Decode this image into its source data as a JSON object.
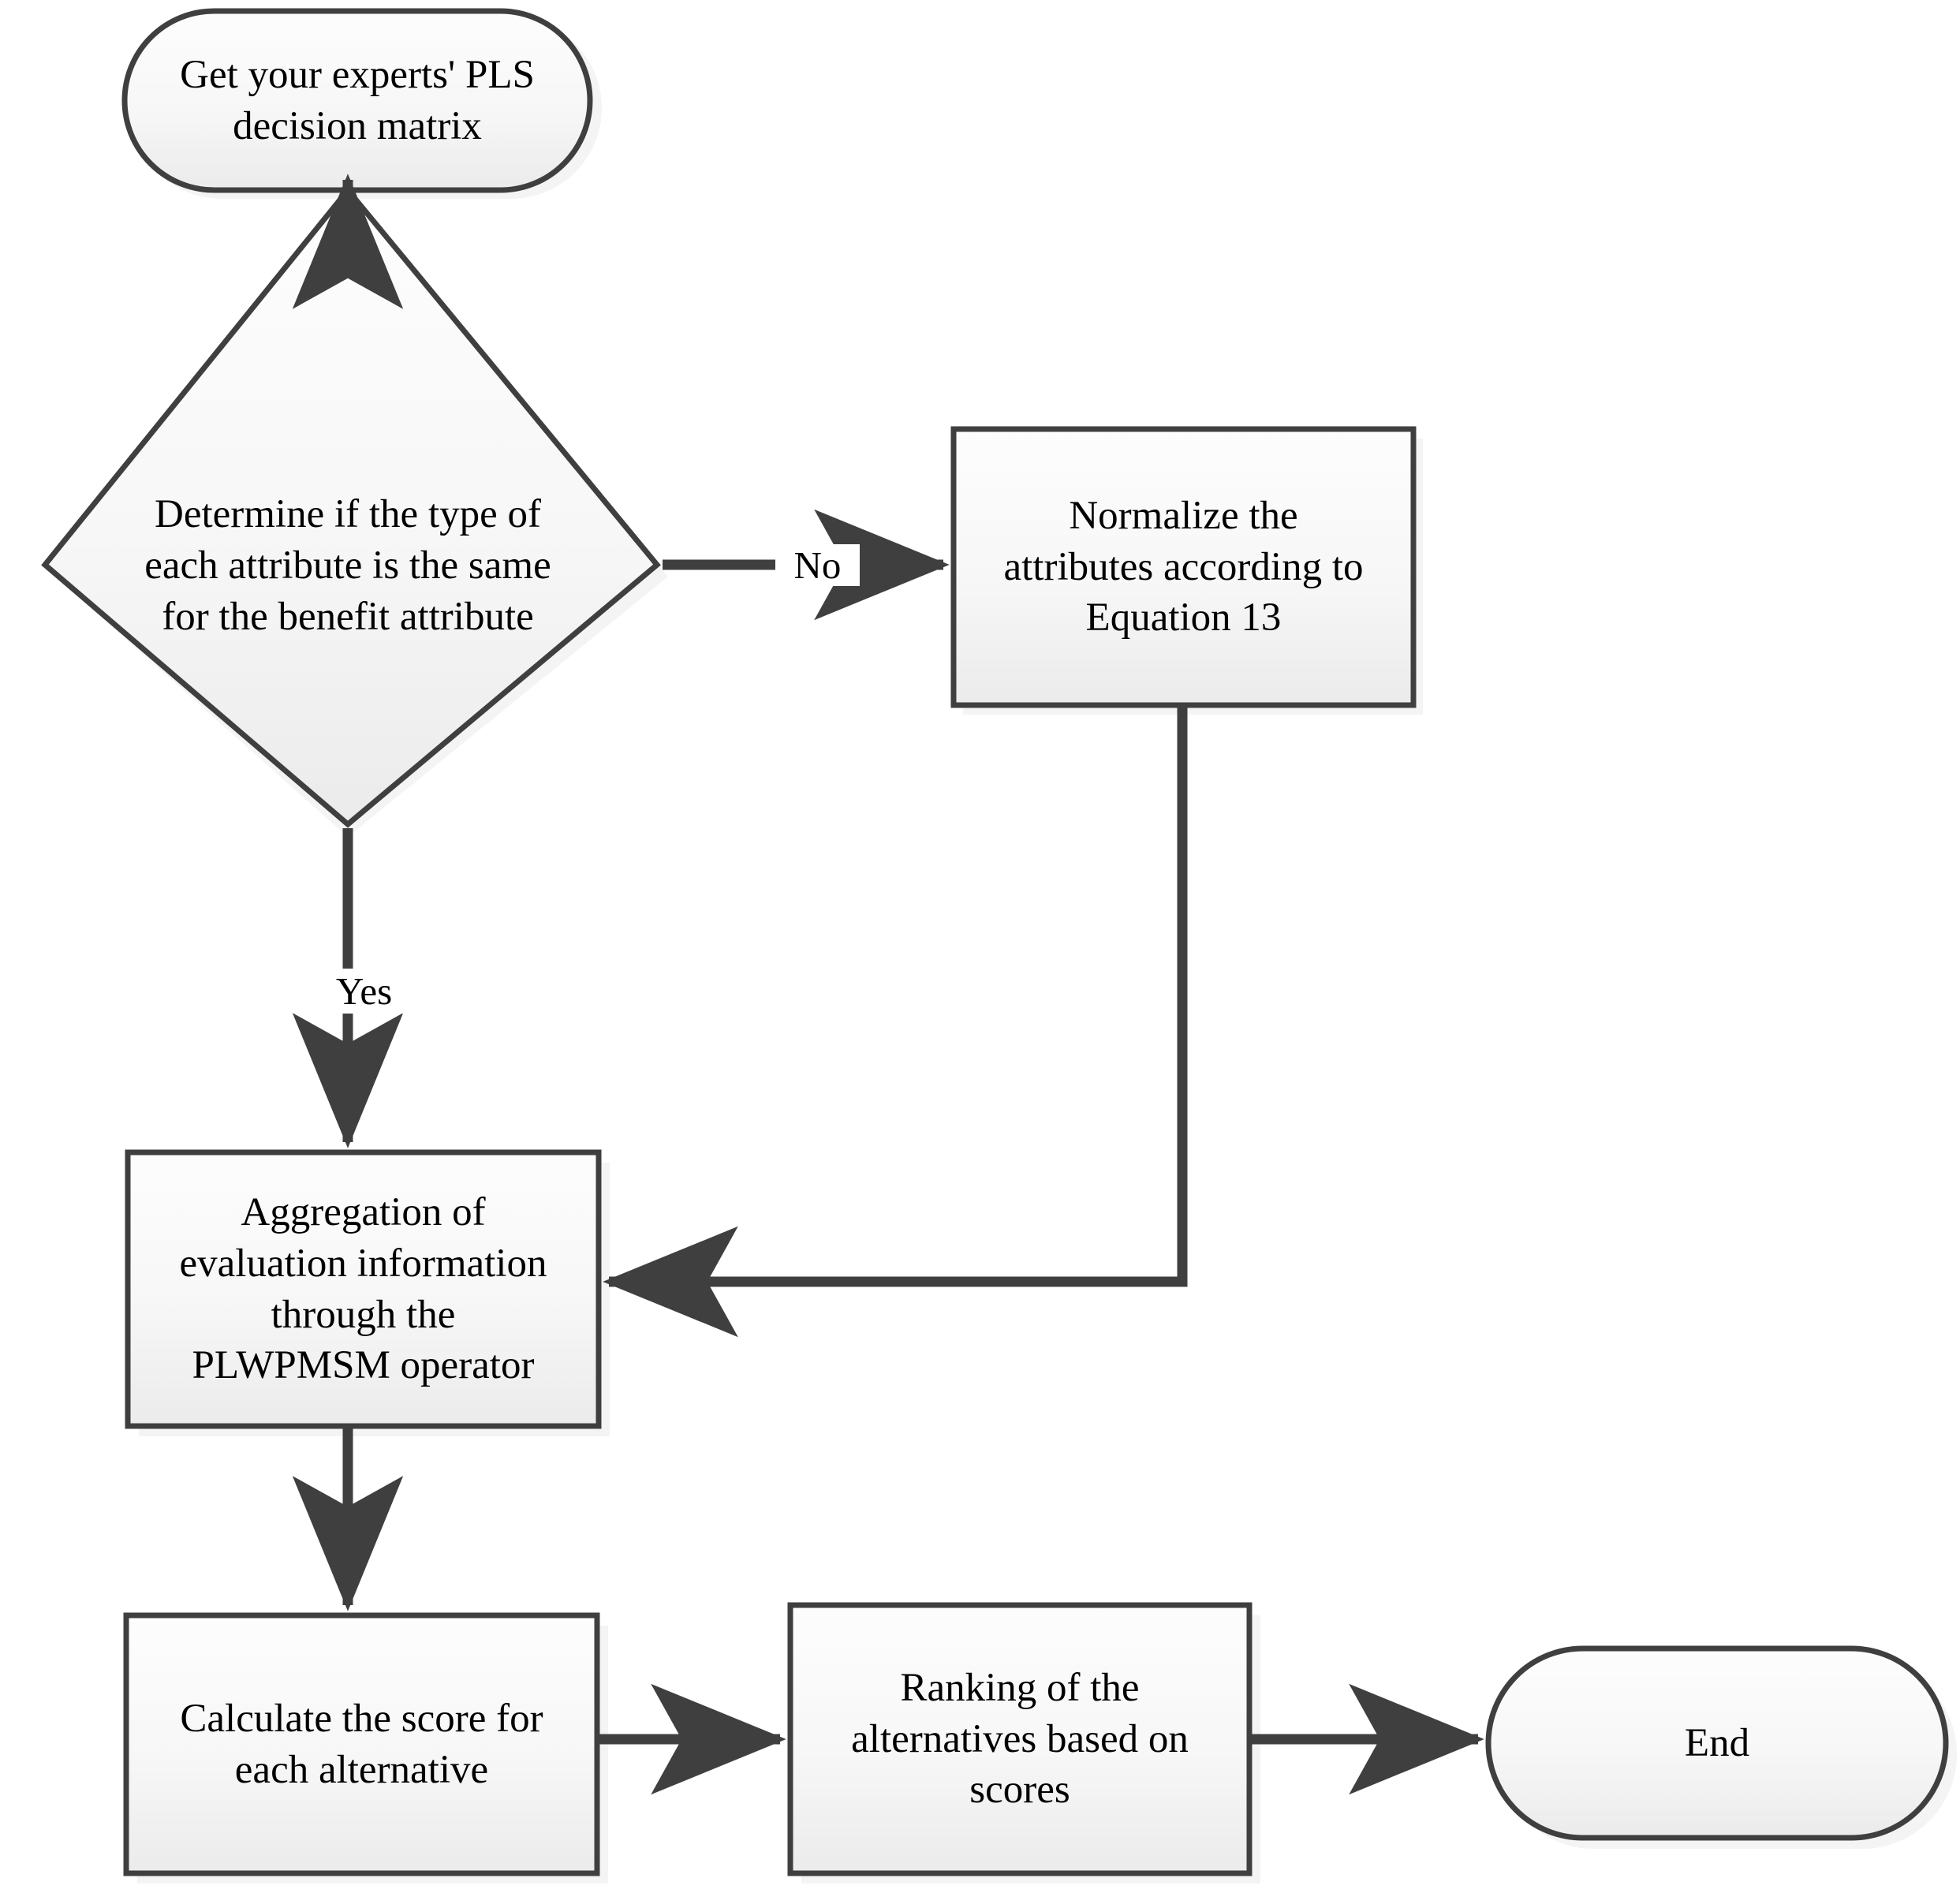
{
  "diagram": {
    "title": "PLS MADM decision flowchart",
    "colors": {
      "stroke": "#3f3f3f",
      "fill_top": "#fdfdfd",
      "fill_bottom": "#ededed",
      "text": "#000000",
      "background": "#ffffff",
      "shadow": "#d9d9d9"
    },
    "nodes": [
      {
        "id": "start",
        "shape": "stadium",
        "label": "Get your experts' PLS\ndecision matrix"
      },
      {
        "id": "decision",
        "shape": "diamond",
        "label": "Determine if the type of\neach attribute is the same\nfor the benefit attribute"
      },
      {
        "id": "normalize",
        "shape": "rectangle",
        "label": "Normalize the\nattributes according to\nEquation 13"
      },
      {
        "id": "aggregate",
        "shape": "rectangle",
        "label": "Aggregation of\nevaluation information\nthrough the\nPLWPMSM operator"
      },
      {
        "id": "calculate",
        "shape": "rectangle",
        "label": "Calculate the score for\neach alternative"
      },
      {
        "id": "ranking",
        "shape": "rectangle",
        "label": "Ranking of the\nalternatives based on\nscores"
      },
      {
        "id": "end",
        "shape": "stadium",
        "label": "End"
      }
    ],
    "edges": [
      {
        "id": "start-to-decision",
        "from": "start",
        "to": "decision",
        "label": ""
      },
      {
        "id": "decision-no-normalize",
        "from": "decision",
        "to": "normalize",
        "label": "No"
      },
      {
        "id": "decision-yes-aggregate",
        "from": "decision",
        "to": "aggregate",
        "label": "Yes"
      },
      {
        "id": "normalize-to-aggregate",
        "from": "normalize",
        "to": "aggregate",
        "label": ""
      },
      {
        "id": "aggregate-to-calculate",
        "from": "aggregate",
        "to": "calculate",
        "label": ""
      },
      {
        "id": "calculate-to-ranking",
        "from": "calculate",
        "to": "ranking",
        "label": ""
      },
      {
        "id": "ranking-to-end",
        "from": "ranking",
        "to": "end",
        "label": ""
      }
    ]
  }
}
